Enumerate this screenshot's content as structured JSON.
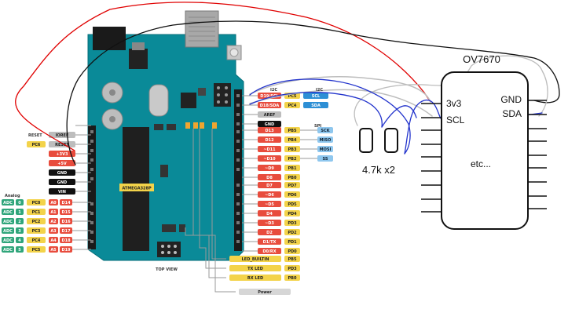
{
  "module": {
    "name": "OV7670",
    "pins": {
      "vcc": "3v3",
      "scl": "SCL",
      "gnd": "GND",
      "sda": "SDA",
      "more": "etc..."
    }
  },
  "resistors": {
    "label": "4.7k x2"
  },
  "board": {
    "chip": "ATMEGA328P",
    "view": "TOP VIEW",
    "headers": {
      "i2c": "I2C",
      "spi": "SPI",
      "ss": "SS"
    }
  },
  "power_pins": [
    {
      "label": "",
      "tag": ""
    },
    {
      "label": "IOREF",
      "tag": ""
    },
    {
      "label": "RESET",
      "tag": "PC6"
    },
    {
      "label": "+3V3",
      "tag": ""
    },
    {
      "label": "+5V",
      "tag": ""
    },
    {
      "label": "GND",
      "tag": ""
    },
    {
      "label": "GND",
      "tag": ""
    },
    {
      "label": "VIN",
      "tag": ""
    }
  ],
  "analog_title": "Analog",
  "analog_pins": [
    {
      "adc": "ADC",
      "n": "0",
      "port": "PC0",
      "a": "A0",
      "d": "D14"
    },
    {
      "adc": "ADC",
      "n": "1",
      "port": "PC1",
      "a": "A1",
      "d": "D15"
    },
    {
      "adc": "ADC",
      "n": "2",
      "port": "PC2",
      "a": "A2",
      "d": "D16"
    },
    {
      "adc": "ADC",
      "n": "3",
      "port": "PC3",
      "a": "A3",
      "d": "D17"
    },
    {
      "adc": "ADC",
      "n": "4",
      "port": "PC4",
      "a": "A4",
      "d": "D18"
    },
    {
      "adc": "ADC",
      "n": "5",
      "port": "PC5",
      "a": "A5",
      "d": "D19"
    }
  ],
  "top_right_pins": [
    {
      "label": "D19/SCL",
      "port": "PC5",
      "fn": "SCL"
    },
    {
      "label": "D18/SDA",
      "port": "PC4",
      "fn": "SDA"
    },
    {
      "label": "AREF",
      "port": "",
      "fn": ""
    },
    {
      "label": "GND",
      "port": "",
      "fn": ""
    }
  ],
  "digital_pins_high": [
    {
      "label": "D13",
      "port": "PB5",
      "spi": "SCK"
    },
    {
      "label": "D12",
      "port": "PB4",
      "spi": "MISO"
    },
    {
      "label": "~D11",
      "port": "PB3",
      "spi": "MOSI"
    },
    {
      "label": "~D10",
      "port": "PB2",
      "spi": "SS"
    },
    {
      "label": "~D9",
      "port": "PB1",
      "spi": ""
    },
    {
      "label": "D8",
      "port": "PB0",
      "spi": ""
    }
  ],
  "digital_pins_low": [
    {
      "label": "D7",
      "port": "PD7"
    },
    {
      "label": "~D6",
      "port": "PD6"
    },
    {
      "label": "~D5",
      "port": "PD5"
    },
    {
      "label": "D4",
      "port": "PD4"
    },
    {
      "label": "~D3",
      "port": "PD3"
    },
    {
      "label": "D2",
      "port": "PD2"
    },
    {
      "label": "D1/TX",
      "port": "PD1"
    },
    {
      "label": "D0/RX",
      "port": "PD0"
    }
  ],
  "leds": [
    {
      "label": "LED_BUILTIN",
      "port": "PB5"
    },
    {
      "label": "TX LED",
      "port": "PD3"
    },
    {
      "label": "RX LED",
      "port": "PB0"
    },
    {
      "label": "Power",
      "port": ""
    }
  ],
  "colors": {
    "board": "#0a8a98",
    "board_dark": "#066e7a",
    "red_wire": "#e00000",
    "blue_wire": "#2233cc",
    "black_wire": "#111111",
    "gray_wire": "#bdbdbd",
    "pin_red": "#e84c3d",
    "pin_yellow": "#f3d34a",
    "pin_green": "#2fa57a",
    "pin_blue": "#2d8fd5"
  }
}
